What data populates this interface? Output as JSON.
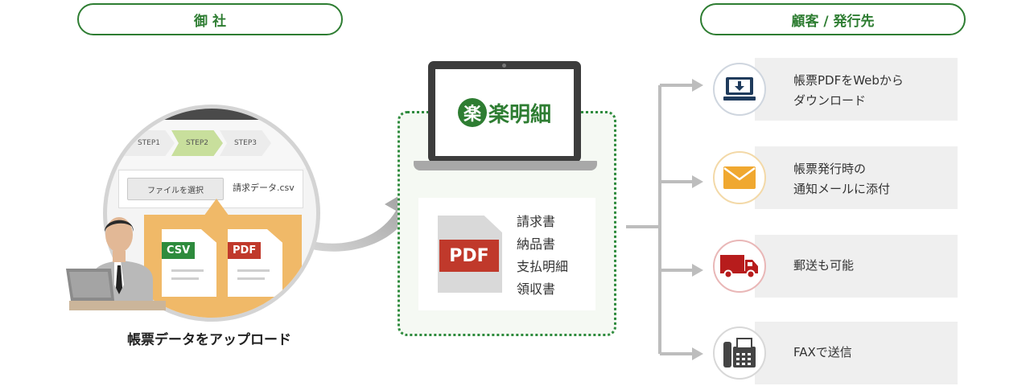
{
  "headers": {
    "left": "御 社",
    "right": "顧客 / 発行先"
  },
  "app": {
    "steps": [
      "STEP1",
      "STEP2",
      "STEP3"
    ],
    "file_button": "ファイルを選択",
    "file_name": "請求データ.csv",
    "csv_tag": "CSV",
    "pdf_tag": "PDF",
    "caption": "帳票データをアップロード"
  },
  "service": {
    "logo_text": "楽明細",
    "logo_mark": "楽",
    "pdf_tag": "PDF",
    "documents": [
      "請求書",
      "納品書",
      "支払明細",
      "領収書"
    ]
  },
  "outputs": [
    {
      "icon": "download-icon",
      "lines": [
        "帳票PDFをWebから",
        "ダウンロード"
      ]
    },
    {
      "icon": "mail-icon",
      "lines": [
        "帳票発行時の",
        "通知メールに添付"
      ]
    },
    {
      "icon": "truck-icon",
      "lines": [
        "郵送も可能"
      ]
    },
    {
      "icon": "fax-icon",
      "lines": [
        "FAXで送信"
      ]
    }
  ],
  "colors": {
    "brand_green": "#2e7d32",
    "dotted_border": "#2e8b3d",
    "pdf_red": "#c0392b",
    "csv_green": "#2e8b3d",
    "mail_yellow": "#f0a830",
    "icon_navy": "#1f3b5c"
  }
}
